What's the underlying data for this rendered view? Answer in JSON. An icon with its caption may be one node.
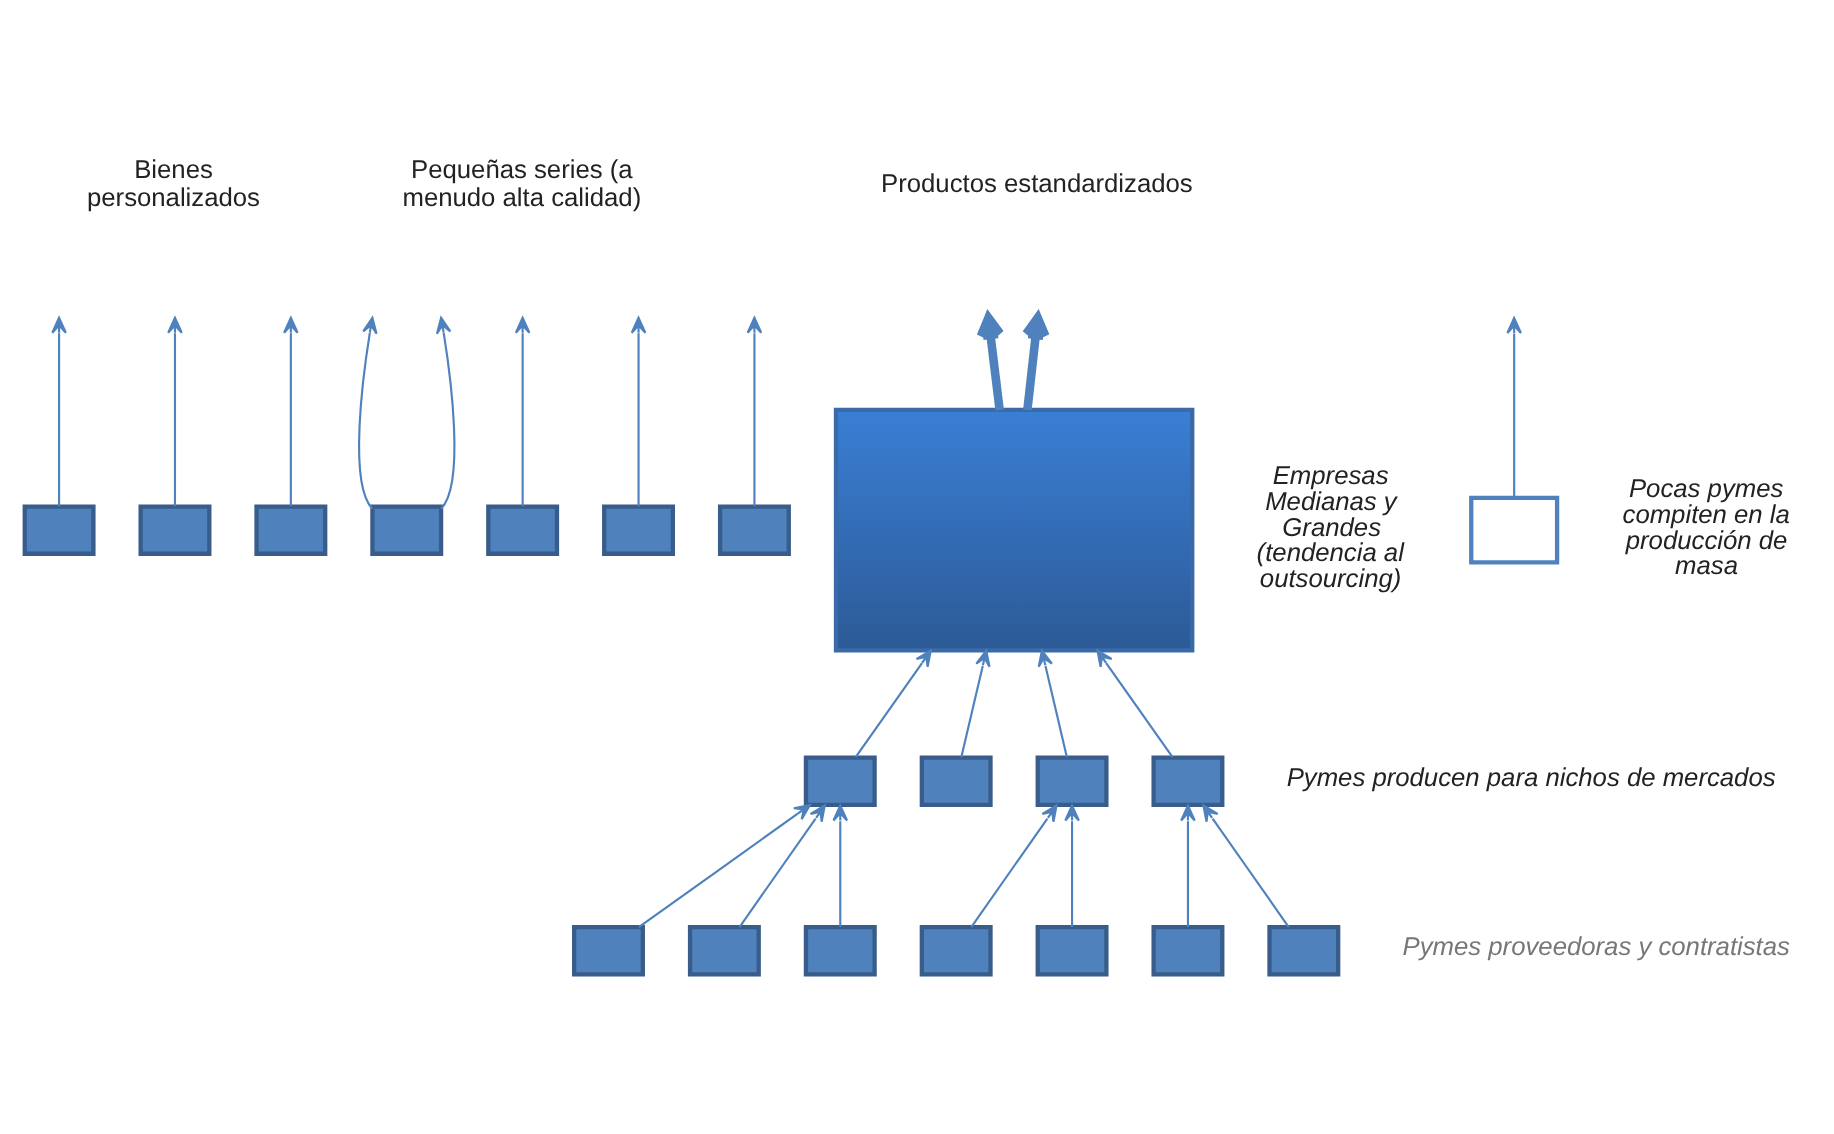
{
  "diagram": {
    "nodes": [
      {
        "text": [],
        "shape": "box"
      },
      {
        "text": [],
        "shape": "box"
      },
      {
        "text": [],
        "shape": "box"
      },
      {
        "text": [],
        "shape": "box"
      },
      {
        "text": [],
        "shape": "box"
      },
      {
        "text": [],
        "shape": "box"
      },
      {
        "text": [],
        "shape": "box"
      },
      {
        "text": [],
        "shape": "box",
        "beside": [
          "Empresas Medianas y Grandes (tendencia al outsourcing)"
        ]
      },
      {
        "text": [],
        "shape": "box",
        "beside": [
          "Pocas pymes compiten en la producción de masa"
        ]
      },
      {
        "text": [],
        "shape": "box"
      },
      {
        "text": [],
        "shape": "box"
      },
      {
        "text": [],
        "shape": "box"
      },
      {
        "text": [],
        "shape": "box"
      },
      {
        "text": [],
        "shape": "box"
      },
      {
        "text": [],
        "shape": "box"
      },
      {
        "text": [],
        "shape": "box"
      },
      {
        "text": [],
        "shape": "box"
      },
      {
        "text": [],
        "shape": "box"
      },
      {
        "text": [],
        "shape": "box"
      },
      {
        "text": [],
        "shape": "box"
      }
    ],
    "edges": [
      {
        "from": 0,
        "to": null,
        "arrow": "to"
      },
      {
        "from": 1,
        "to": null,
        "arrow": "to"
      },
      {
        "from": 2,
        "to": null,
        "arrow": "to"
      },
      {
        "from": 3,
        "to": null,
        "arrow": "to"
      },
      {
        "from": 3,
        "to": null,
        "arrow": "to"
      },
      {
        "from": 4,
        "to": null,
        "arrow": "to"
      },
      {
        "from": 5,
        "to": null,
        "arrow": "to"
      },
      {
        "from": 6,
        "to": null,
        "arrow": "to"
      },
      {
        "from": 7,
        "to": null,
        "arrow": "to",
        "style": "thick"
      },
      {
        "from": 7,
        "to": null,
        "arrow": "to",
        "style": "thick"
      },
      {
        "from": 8,
        "to": null,
        "arrow": "to"
      },
      {
        "from": 9,
        "to": 7,
        "arrow": "to"
      },
      {
        "from": 10,
        "to": 7,
        "arrow": "to"
      },
      {
        "from": 11,
        "to": 7,
        "arrow": "to"
      },
      {
        "from": 12,
        "to": 7,
        "arrow": "to"
      },
      {
        "from": 13,
        "to": 9,
        "arrow": "to"
      },
      {
        "from": 14,
        "to": 9,
        "arrow": "to"
      },
      {
        "from": 15,
        "to": 9,
        "arrow": "to"
      },
      {
        "from": 16,
        "to": 11,
        "arrow": "to"
      },
      {
        "from": 17,
        "to": 11,
        "arrow": "to"
      },
      {
        "from": 18,
        "to": 12,
        "arrow": "to"
      },
      {
        "from": 19,
        "to": 12,
        "arrow": "to"
      }
    ],
    "labels": [
      "Bienes personalizados",
      "Pequeñas series (a menudo alta calidad)",
      "Productos estandardizados",
      "Pymes producen para nichos de mercados",
      "Pymes proveedoras y contratistas"
    ]
  }
}
